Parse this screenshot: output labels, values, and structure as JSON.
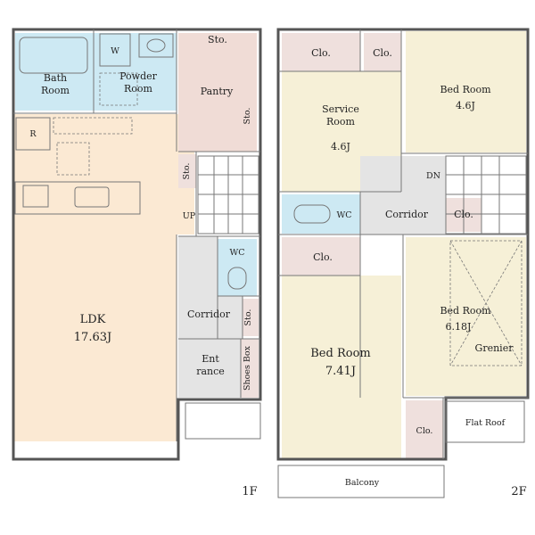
{
  "colors": {
    "ldk": "#fbe9d3",
    "bath": "#cde9f3",
    "pantry": "#f0dcd6",
    "storage": "#efe0dd",
    "room": "#f6f0d7",
    "corridor": "#e4e4e4",
    "wall": "#555555"
  },
  "floor1": {
    "label": "1F",
    "rooms": {
      "bath": "Bath\nRoom",
      "powder": "Powder\nRoom",
      "washer_mark": "W",
      "refrigerator_mark": "R",
      "sto_top": "Sto.",
      "pantry": "Pantry",
      "sto_pantry": "Sto.",
      "sto_stair": "Sto.",
      "up": "UP",
      "ldk": "LDK",
      "ldk_area": "17.63J",
      "wc": "WC",
      "corridor": "Corridor",
      "sto_corridor": "Sto.",
      "entrance": "Ent\nrance",
      "shoes_box": "Shoes Box"
    }
  },
  "floor2": {
    "label": "2F",
    "rooms": {
      "clo_service": "Clo.",
      "clo_small": "Clo.",
      "bed_top": "Bed Room",
      "bed_top_area": "4.6J",
      "service": "Service\nRoom",
      "service_area": "4.6J",
      "dn": "DN",
      "wc": "WC",
      "corridor": "Corridor",
      "clo_corridor": "Clo.",
      "clo_bed_left": "Clo.",
      "bed_right": "Bed Room",
      "bed_right_area": "6.18J",
      "grenier": "Grenier",
      "bed_left": "Bed Room",
      "bed_left_area": "7.41J",
      "clo_bottom": "Clo.",
      "flat_roof": "Flat Roof",
      "balcony": "Balcony"
    }
  }
}
